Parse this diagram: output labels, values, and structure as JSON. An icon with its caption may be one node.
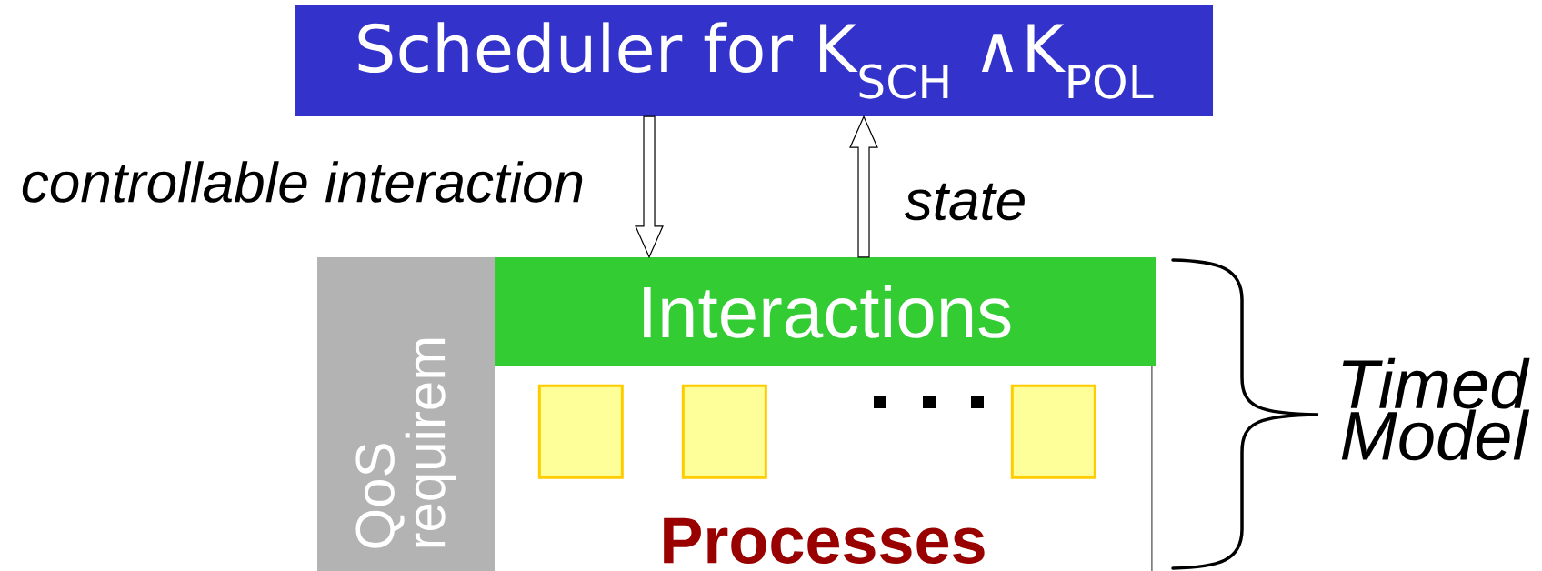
{
  "diagram": {
    "nodes": [
      {
        "text": [
          "Scheduler for K$_{SCH}$ ∧K$_{POL}$"
        ]
      },
      {
        "text": [
          "QoS requirem"
        ]
      },
      {
        "text": [
          "Interactions"
        ]
      },
      {
        "text": [
          "Processes"
        ]
      },
      {
        "text": [],
        "shape": "box",
        "in": 3
      },
      {
        "text": [],
        "shape": "box",
        "in": 3
      },
      {
        "text": [],
        "shape": "box",
        "in": 3
      }
    ],
    "edges": [
      {
        "from": 0,
        "to": 2,
        "arrow": "to",
        "label": "controllable interaction"
      },
      {
        "from": 2,
        "to": 0,
        "arrow": "to",
        "label": "state"
      }
    ],
    "labels": [
      "Timed Model"
    ]
  }
}
